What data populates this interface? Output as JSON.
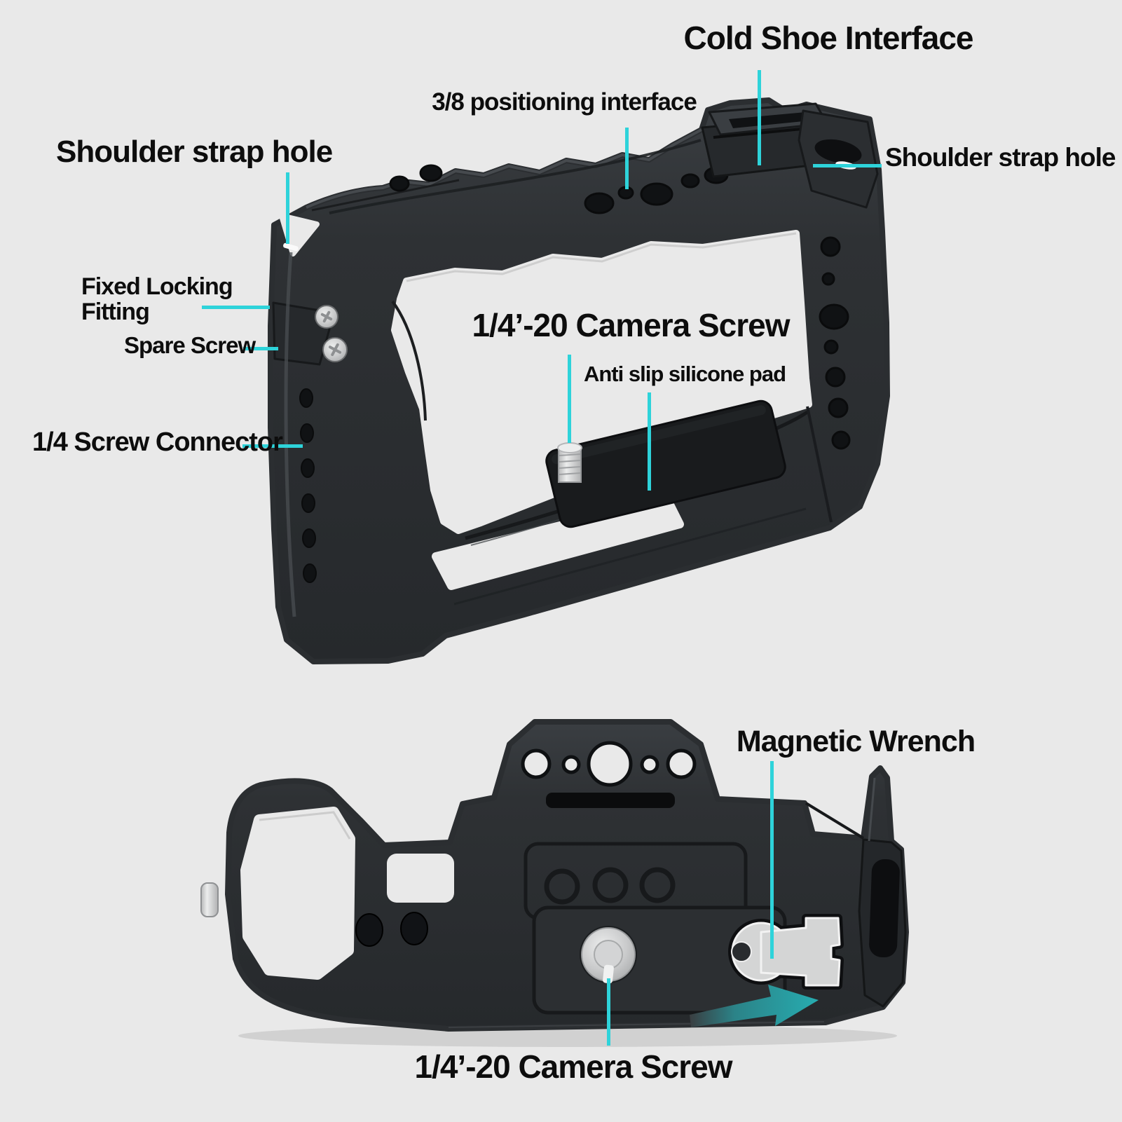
{
  "page": {
    "description": "Camera cage product annotation diagram, two views",
    "background": "#e9e9e9"
  },
  "colors": {
    "background": "#e9e9e9",
    "callout_cyan": "#2ed3da",
    "accent_teal": "#27a7ab",
    "cage_black": "#2e3134",
    "metal_silver": "#cfd0d1",
    "label_text": "#0d0d0d"
  },
  "top_view": {
    "labels": [
      {
        "id": "cold-shoe-interface",
        "text": "Cold Shoe Interface"
      },
      {
        "id": "positioning-interface",
        "text": "3/8 positioning interface"
      },
      {
        "id": "shoulder-strap-hole-right",
        "text": "Shoulder strap hole"
      },
      {
        "id": "shoulder-strap-hole-left",
        "text": "Shoulder strap hole"
      },
      {
        "id": "fixed-locking-fitting",
        "text": "Fixed Locking Fitting"
      },
      {
        "id": "spare-screw",
        "text": "Spare Screw"
      },
      {
        "id": "camera-screw",
        "text": "1/4’-20 Camera Screw"
      },
      {
        "id": "anti-slip-pad",
        "text": "Anti slip silicone pad"
      },
      {
        "id": "screw-connector",
        "text": "1/4 Screw Connector"
      }
    ]
  },
  "bottom_view": {
    "labels": [
      {
        "id": "magnetic-wrench",
        "text": "Magnetic Wrench"
      },
      {
        "id": "camera-screw-bottom",
        "text": "1/4’-20 Camera Screw"
      }
    ]
  }
}
